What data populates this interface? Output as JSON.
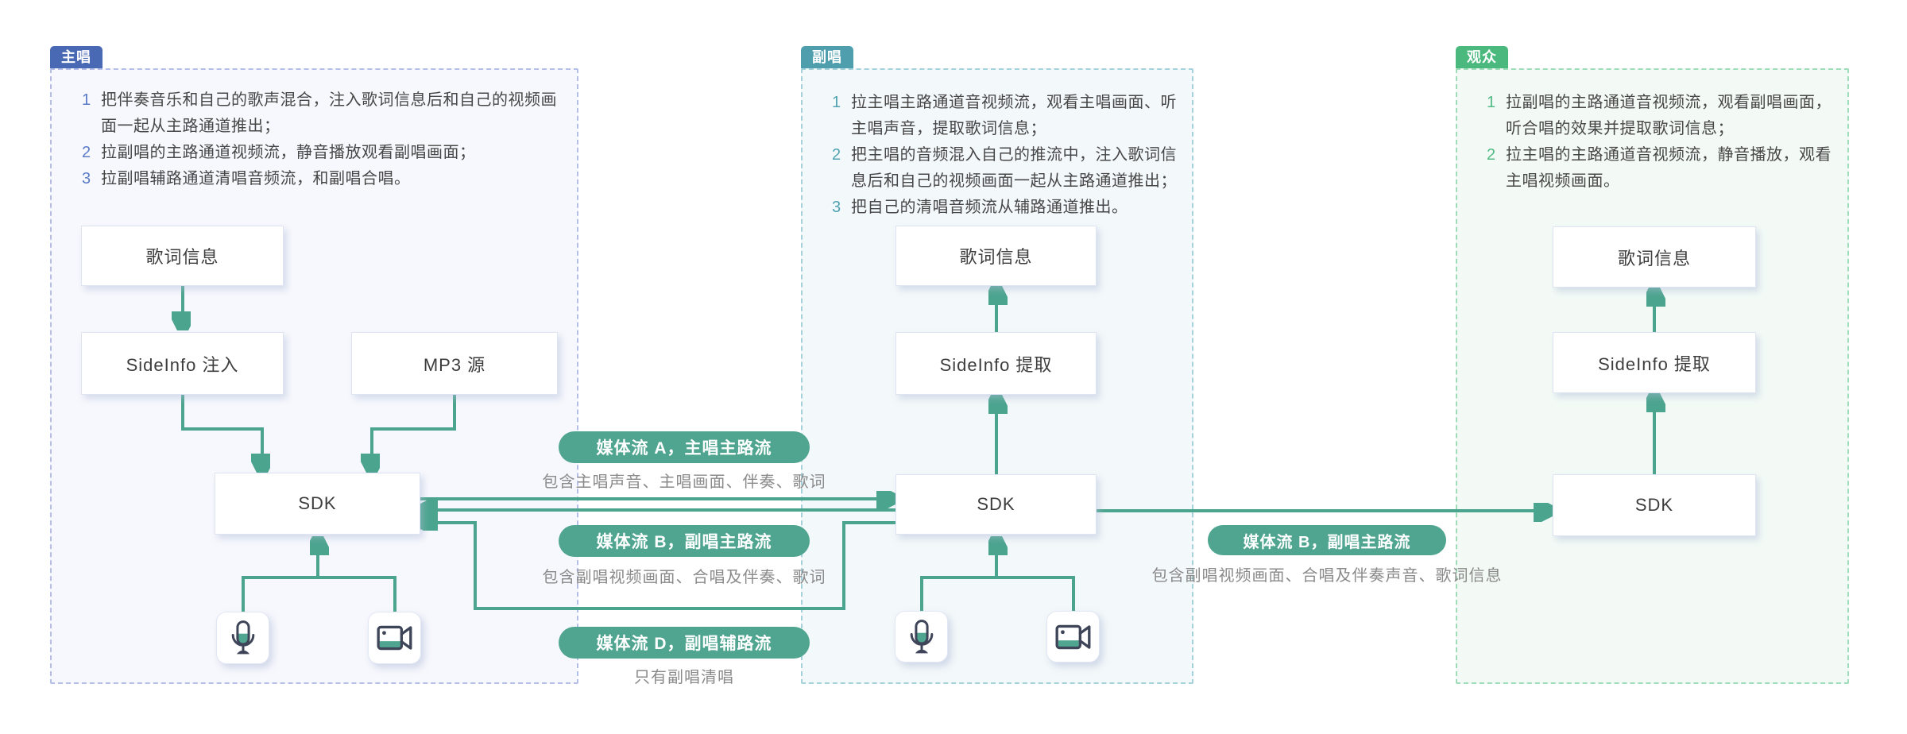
{
  "colors": {
    "lead_accent": "#4a69b4",
    "co_accent": "#4e9ead",
    "audience_accent": "#4bb87e",
    "stream_accent": "#4fa58f",
    "wire": "#4ba48d",
    "caption_gray": "#8a8a8a"
  },
  "panels": [
    {
      "badge": "主唱",
      "steps": [
        {
          "num": "1",
          "lines": [
            "把伴奏音乐和自己的歌声混合，注入歌词信息后和自己的视频画",
            "面一起从主路通道推出；"
          ]
        },
        {
          "num": "2",
          "lines": [
            "拉副唱的主路通道视频流，静音播放观看副唱画面；"
          ]
        },
        {
          "num": "3",
          "lines": [
            "拉副唱辅路通道清唱音频流，和副唱合唱。"
          ]
        }
      ],
      "boxes": {
        "lyrics": "歌词信息",
        "sideinfo": "SideInfo 注入",
        "mp3": "MP3 源",
        "sdk": "SDK"
      }
    },
    {
      "badge": "副唱",
      "steps": [
        {
          "num": "1",
          "lines": [
            "拉主唱主路通道音视频流，观看主唱画面、听",
            "主唱声音，提取歌词信息；"
          ]
        },
        {
          "num": "2",
          "lines": [
            "把主唱的音频混入自己的推流中，注入歌词信",
            "息后和自己的视频画面一起从主路通道推出；"
          ]
        },
        {
          "num": "3",
          "lines": [
            "把自己的清唱音频流从辅路通道推出。"
          ]
        }
      ],
      "boxes": {
        "lyrics": "歌词信息",
        "sideinfo": "SideInfo 提取",
        "sdk": "SDK"
      }
    },
    {
      "badge": "观众",
      "steps": [
        {
          "num": "1",
          "lines": [
            "拉副唱的主路通道音视频流，观看副唱画面，",
            "听合唱的效果并提取歌词信息；"
          ]
        },
        {
          "num": "2",
          "lines": [
            "拉主唱的主路通道音视频流，静音播放，观看",
            "主唱视频画面。"
          ]
        }
      ],
      "boxes": {
        "lyrics": "歌词信息",
        "sideinfo": "SideInfo 提取",
        "sdk": "SDK"
      }
    }
  ],
  "streams": [
    {
      "label": "媒体流 A，主唱主路流",
      "caption": "包含主唱声音、主唱画面、伴奏、歌词"
    },
    {
      "label": "媒体流 B，副唱主路流",
      "caption": "包含副唱视频画面、合唱及伴奏、歌词"
    },
    {
      "label": "媒体流 D，副唱辅路流",
      "caption": "只有副唱清唱"
    },
    {
      "label": "媒体流 B，副唱主路流",
      "caption": "包含副唱视频画面、合唱及伴奏声音、歌词信息"
    }
  ]
}
